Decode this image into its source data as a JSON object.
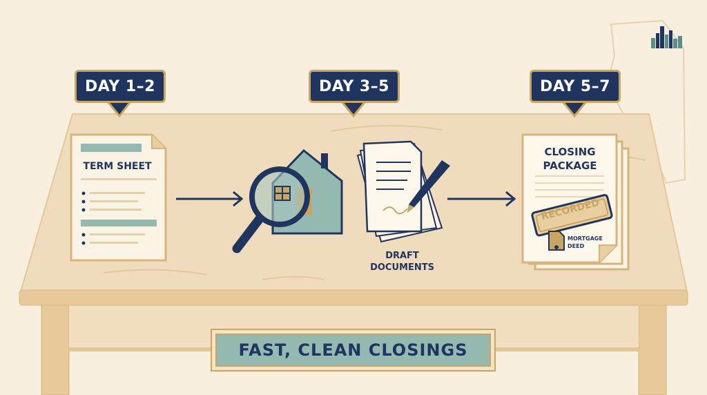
{
  "steps": [
    {
      "badge": "DAY 1–2",
      "title": "TERM SHEET"
    },
    {
      "badge": "DAY 3–5",
      "title": "DRAFT DOCUMENTS"
    },
    {
      "badge": "DAY 5–7",
      "title": "CLOSING PACKAGE",
      "stamp": "RECORDED",
      "deed": "MORTGAGE DEED"
    }
  ],
  "banner": "FAST, CLEAN CLOSINGS",
  "colors": {
    "navy": "#1f355f",
    "gold": "#c9a564",
    "teal": "#93b9b1",
    "background": "#f9efdf",
    "wood": "#efdcbd"
  }
}
